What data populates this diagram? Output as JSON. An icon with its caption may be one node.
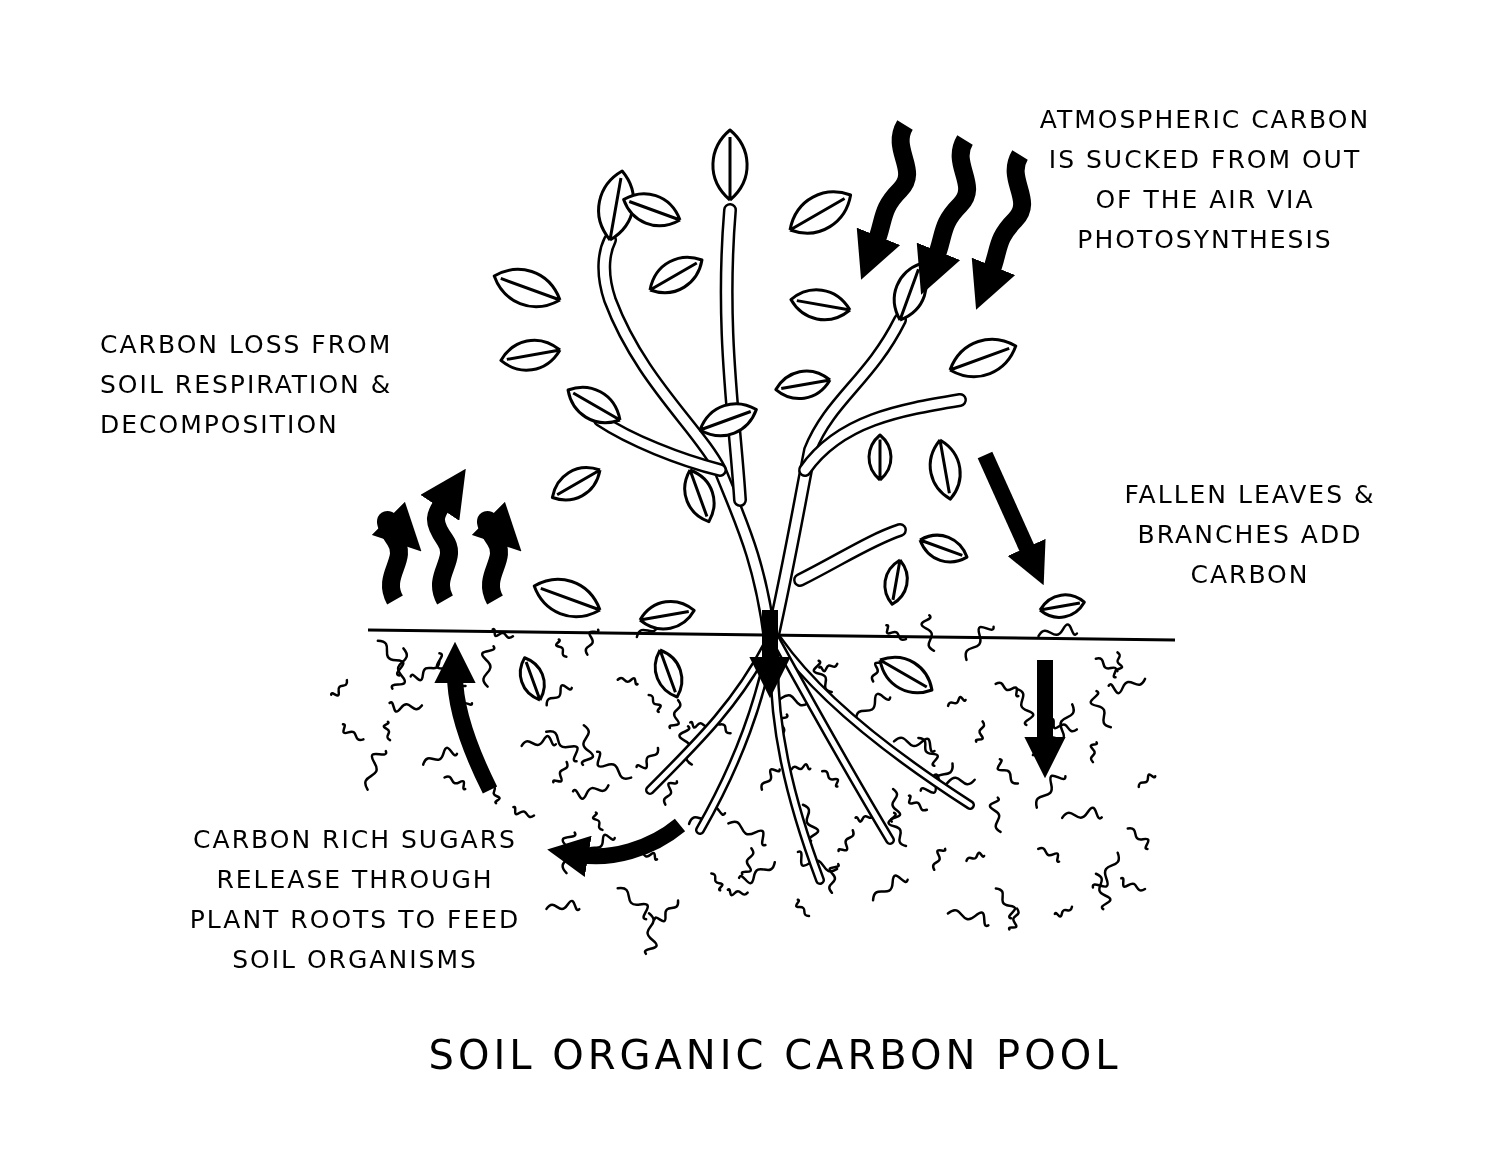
{
  "diagram": {
    "caption": "SOIL ORGANIC CARBON POOL",
    "labels": [
      "ATMOSPHERIC CARBON IS SUCKED FROM OUT OF THE AIR VIA PHOTOSYNTHESIS",
      "CARBON LOSS FROM SOIL RESPIRATION & DECOMPOSITION",
      "FALLEN LEAVES & BRANCHES ADD CARBON",
      "CARBON RICH SUGARS RELEASE THROUGH PLANT ROOTS TO FEED SOIL ORGANISMS"
    ]
  }
}
